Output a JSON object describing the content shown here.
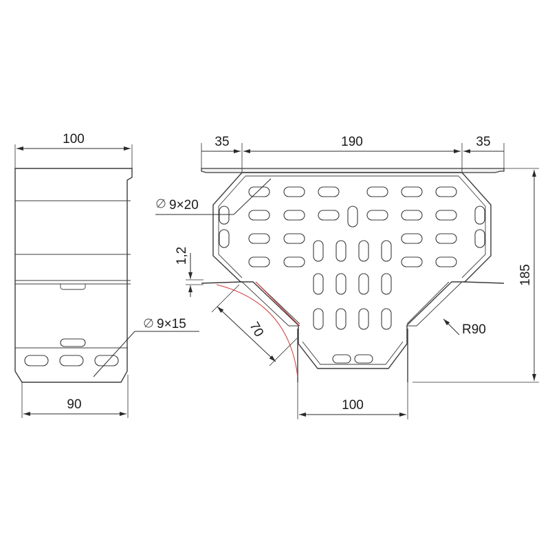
{
  "dimensions": {
    "side_width": "100",
    "side_bottom_width": "90",
    "hole_small": "9×15",
    "hole_large": "9×20",
    "left_flange": "35",
    "top_width": "190",
    "right_flange": "35",
    "thickness": "1,2",
    "branch_length": "70",
    "bottom_width": "100",
    "radius": "R90",
    "height": "185"
  },
  "symbols": {
    "diameter": "⌀"
  }
}
